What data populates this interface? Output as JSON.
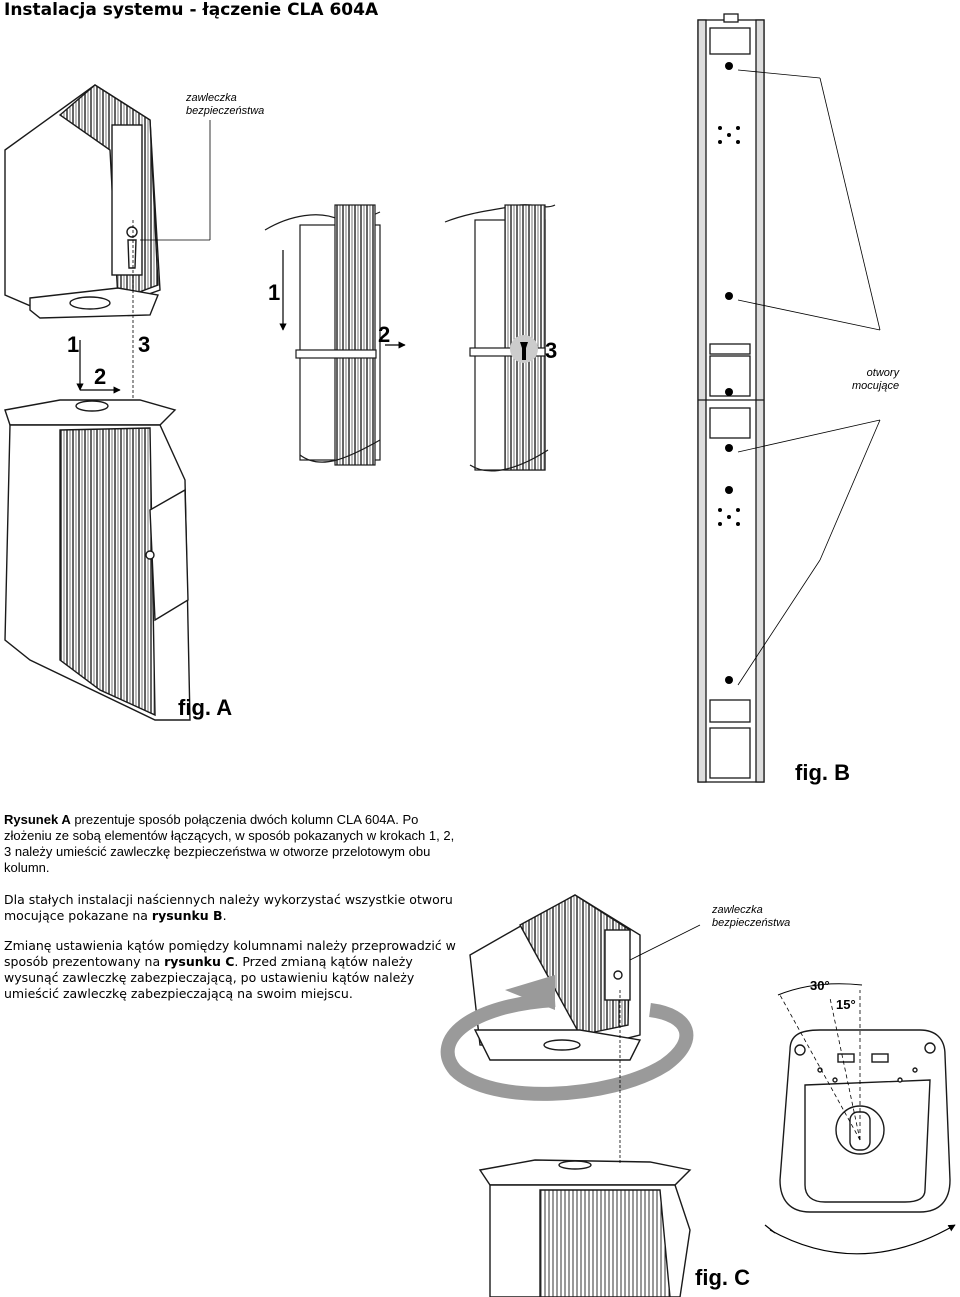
{
  "title": "Instalacja systemu - łączenie CLA 604A",
  "figA": {
    "callout": [
      "zawleczka",
      "bezpieczeństwa"
    ],
    "steps_left": [
      "1",
      "3",
      "2"
    ],
    "steps_mid": [
      "1",
      "2",
      "3"
    ],
    "label": "fig. A"
  },
  "figB": {
    "callout": [
      "otwory",
      "mocujące"
    ],
    "label": "fig. B"
  },
  "figC": {
    "callout": [
      "zawleczka",
      "bezpieczeństwa"
    ],
    "deg30": "30°",
    "deg15": "15°",
    "label": "fig. C"
  },
  "text": {
    "p1_bold": "Rysunek A",
    "p1_line1": " prezentuje sposób połączenia dwóch kolumn CLA 604A.",
    "p1_rest": "Po złożeniu ze sobą elementów łączących, w sposób pokazanych w krokach 1, 2, 3 należy umieścić zawleczkę bezpieczeństwa w otworze przelotowym obu kolumn.",
    "p2_a": "Dla stałych instalacji naściennych należy wykorzystać wszystkie otworu mocujące pokazane na ",
    "p2_bold": "rysunku B",
    "p2_b": ".",
    "p3_a": "Zmianę ustawienia kątów pomiędzy kolumnami należy przeprowadzić w sposób prezentowany na ",
    "p3_bold": "rysunku C",
    "p3_b": ". Przed zmianą kątów należy wysunąć zawleczkę zabezpieczającą, po ustawieniu kątów należy umieścić zawleczkę zabezpieczającą na swoim miejscu."
  },
  "colors": {
    "line": "#1a1a1a",
    "grey": "#888888",
    "arrowGrey": "#9a9a9a"
  }
}
